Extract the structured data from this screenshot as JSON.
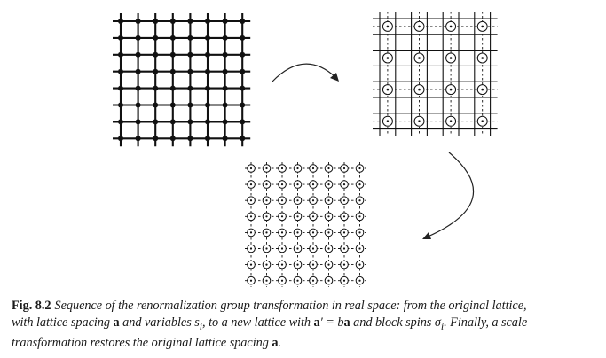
{
  "figure": {
    "label": "Fig. 8.2",
    "caption_parts": {
      "p1": "Sequence of the renormalization group transformation in real space: from the original lattice,",
      "p2": "with lattice spacing ",
      "p3": "a",
      "p4": " and variables ",
      "p5": "s",
      "p6": "i",
      "p7": ", to a new lattice with ",
      "p8": "a",
      "p9": "′ = ",
      "p10": "b",
      "p11": "a",
      "p12": " and block spins ",
      "p13": "σ",
      "p14": "i",
      "p15": ". Finally, a scale",
      "p16": "transformation restores the original lattice spacing ",
      "p17": "a",
      "p18": "."
    }
  },
  "panels": {
    "original": {
      "grid_size": 8,
      "spins_marked": "filled-dots"
    },
    "blocked": {
      "fine_grid_size": 8,
      "block_grid_size": 4,
      "spins_marked": "open-circles-with-dots"
    },
    "rescaled": {
      "grid_size": 8,
      "spins_marked": "open-circles-with-dots"
    }
  }
}
